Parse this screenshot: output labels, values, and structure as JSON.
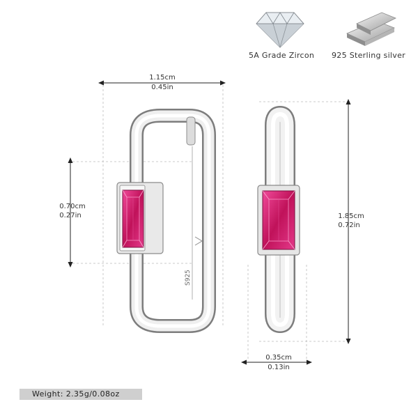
{
  "features": [
    {
      "label": "5A Grade Zircon",
      "icon": "zircon-gem-icon"
    },
    {
      "label": "925 Sterling silver",
      "icon": "silver-bar-icon"
    }
  ],
  "dimensions": {
    "width_cm": "1.15cm",
    "width_in": "0.45in",
    "stone_height_cm": "0.70cm",
    "stone_height_in": "0.27in",
    "height_cm": "1.85cm",
    "height_in": "0.72in",
    "thickness_cm": "0.35cm",
    "thickness_in": "0.13in"
  },
  "engraving": "S925",
  "weight": "Weight: 2.35g/0.08oz",
  "colors": {
    "gem": "#d0256e",
    "silver": "#e6e6e6",
    "weight_bar": "#cfcfcf"
  }
}
